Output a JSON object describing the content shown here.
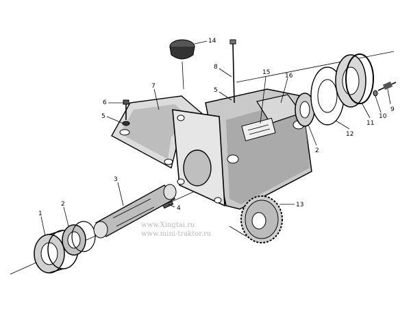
{
  "diagram": {
    "part_labels": [
      "1",
      "2",
      "3",
      "4",
      "5",
      "6",
      "7",
      "8",
      "5",
      "15",
      "16",
      "14",
      "2",
      "12",
      "11",
      "10",
      "9",
      "13"
    ],
    "watermarks": [
      "www.Xingtai.ru",
      "www.mini-traktor.ru"
    ],
    "ink_color": "#000000",
    "watermark_color": "#b8b8b8"
  }
}
